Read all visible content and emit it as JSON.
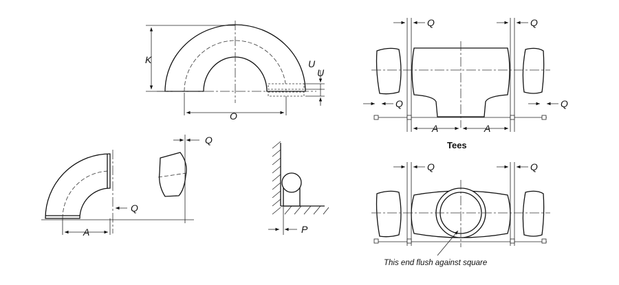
{
  "labels": {
    "K": "K",
    "O": "O",
    "U": "U",
    "Q": "Q",
    "A": "A",
    "P": "P"
  },
  "titles": {
    "tees": "Tees"
  },
  "captions": {
    "flush_end": "This end flush against square"
  }
}
